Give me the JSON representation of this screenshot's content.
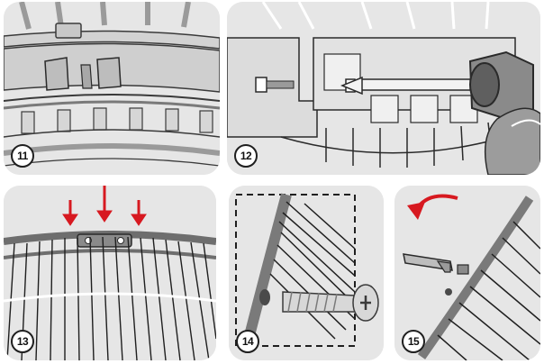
{
  "steps": [
    {
      "number": "11"
    },
    {
      "number": "12"
    },
    {
      "number": "13"
    },
    {
      "number": "14"
    },
    {
      "number": "15"
    }
  ],
  "colors": {
    "panel_bg": "#e6e6e6",
    "line": "#2a2a2a",
    "accent_arrow": "#d71920",
    "metal": "#7a7a7a"
  }
}
